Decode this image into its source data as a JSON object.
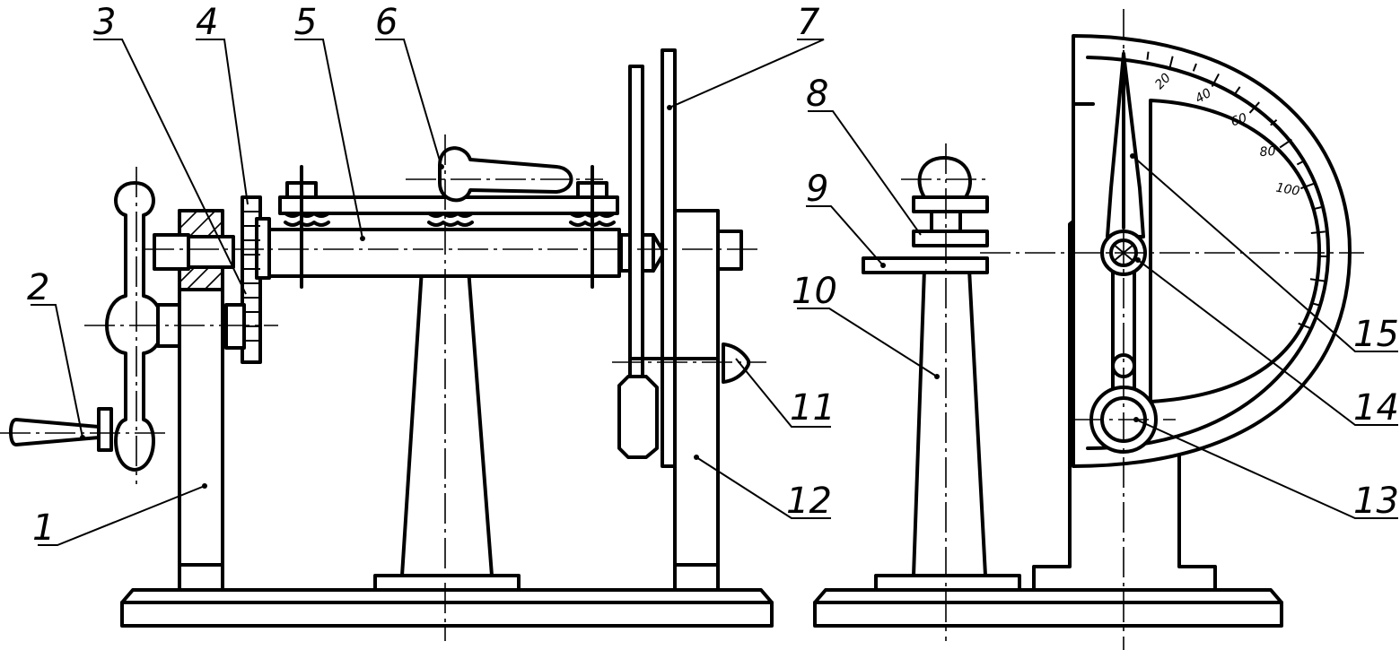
{
  "callouts": [
    "1",
    "2",
    "3",
    "4",
    "5",
    "6",
    "7",
    "8",
    "9",
    "10",
    "11",
    "12",
    "13",
    "14",
    "15"
  ],
  "scale": {
    "labels": [
      "20",
      "40",
      "60",
      "80",
      "100"
    ]
  }
}
